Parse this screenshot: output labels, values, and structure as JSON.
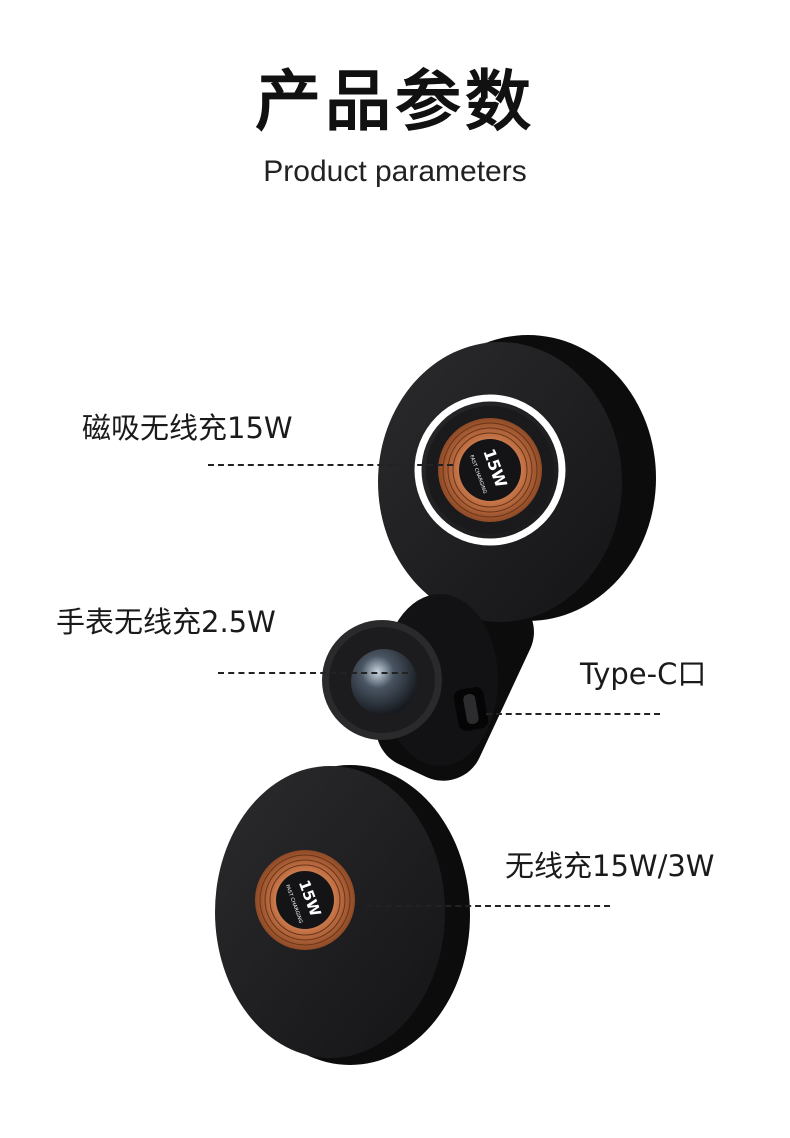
{
  "header": {
    "title": "产品参数",
    "subtitle": "Product parameters"
  },
  "callouts": {
    "magnetic": "磁吸无线充15W",
    "watch": "手表无线充2.5W",
    "typec": "Type-C口",
    "bottom": "无线充15W/3W"
  },
  "coil_text": {
    "power": "15W",
    "caption": "FAST CHARGING"
  },
  "colors": {
    "body": "#1c1c1e",
    "copper": "#c9774a",
    "ring": "#ffffff"
  }
}
